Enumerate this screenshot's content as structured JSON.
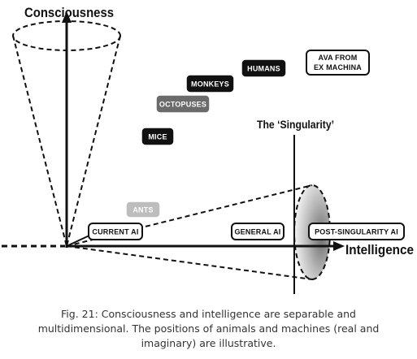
{
  "axes": {
    "y_label": "Consciousness",
    "x_label": "Intelligence"
  },
  "singularity": {
    "label": "The ‘Singularity’"
  },
  "entities": {
    "humans": "HUMANS",
    "ava": [
      "AVA FROM",
      "EX MACHINA"
    ],
    "monkeys": "MONKEYS",
    "octopuses": "OCTOPUSES",
    "mice": "MICE",
    "ants": "ANTS",
    "current_ai": "CURRENT AI",
    "general_ai": "GENERAL AI",
    "post_singularity_ai": "POST-SINGULARITY AI"
  },
  "caption": {
    "lines": [
      "Fig. 21: Consciousness and intelligence are separable and",
      "multidimensional. The positions of animals and machines (real and",
      "imaginary) are illustrative."
    ]
  },
  "colors": {
    "black_box": "#111111",
    "octopuses_box": "#6b6b6b",
    "ants_box": "#bdbdbd",
    "outline": "#111111"
  }
}
